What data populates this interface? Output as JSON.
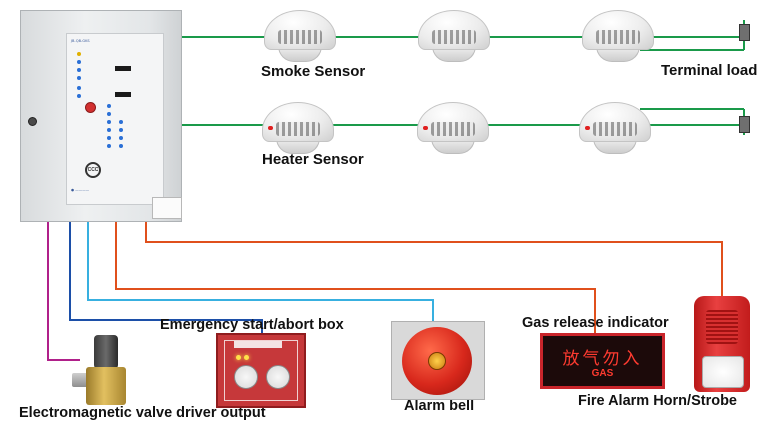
{
  "labels": {
    "smoke_sensor": "Smoke Sensor",
    "heater_sensor": "Heater Sensor",
    "terminal_load": "Terminal load",
    "emergency_box": "Emergency start/abort box",
    "gas_release": "Gas release indicator",
    "alarm_bell": "Alarm bell",
    "valve_driver": "Electromagnetic valve driver output",
    "horn_strobe": "Fire Alarm Horn/Strobe"
  },
  "devices": {
    "gas_indicator_text": "放气勿入",
    "gas_indicator_en": "GAS"
  },
  "colors": {
    "sensor_loop": "#1a9a4a",
    "valve_wire": "#b0208a",
    "emergency_wire": "#1c4fa8",
    "bell_wire": "#38b0e0",
    "indicator_wire": "#e0501c",
    "horn_wire": "#e0501c"
  }
}
